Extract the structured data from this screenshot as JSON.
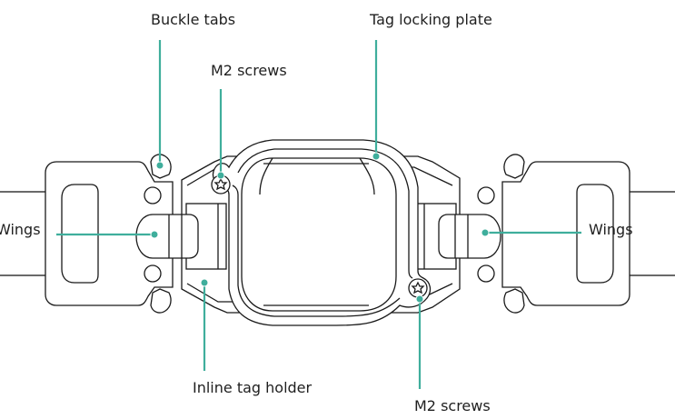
{
  "colors": {
    "leader": "#3fae9c",
    "dot": "#3fae9c",
    "outline": "#1a1a1a",
    "background": "#ffffff"
  },
  "labels": {
    "buckle_tabs": "Buckle tabs",
    "tag_locking_plate": "Tag locking plate",
    "m2_screws_top": "M2 screws",
    "wings_left": "Wings",
    "wings_right": "Wings",
    "inline_tag_holder": "Inline tag holder",
    "m2_screws_bottom": "M2 screws"
  }
}
